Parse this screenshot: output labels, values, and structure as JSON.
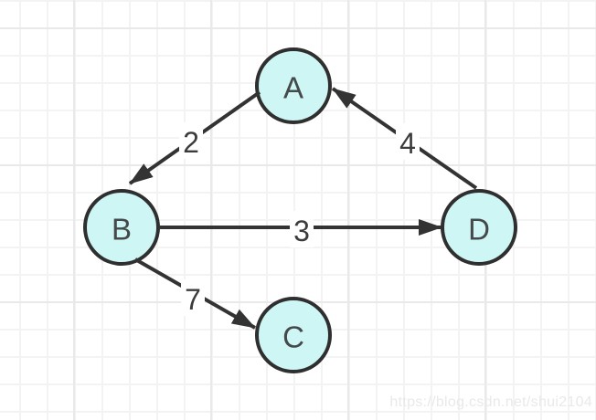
{
  "diagram": {
    "type": "directed-graph",
    "nodes": [
      {
        "id": "A",
        "label": "A"
      },
      {
        "id": "B",
        "label": "B"
      },
      {
        "id": "C",
        "label": "C"
      },
      {
        "id": "D",
        "label": "D"
      }
    ],
    "edges": [
      {
        "from": "A",
        "to": "B",
        "weight": "2"
      },
      {
        "from": "D",
        "to": "A",
        "weight": "4"
      },
      {
        "from": "B",
        "to": "D",
        "weight": "3"
      },
      {
        "from": "B",
        "to": "C",
        "weight": "7"
      }
    ],
    "colors": {
      "node_fill": "#cdf6f4",
      "node_stroke": "#2f2f2f",
      "edge_stroke": "#333333",
      "node_label_text": "#45494b",
      "edge_label_text": "#3c3c3c",
      "edge_label_background": "#ffffff",
      "grid_minor": "#f3f3f3",
      "grid_major": "#e9e9e9",
      "canvas_background": "#ffffff"
    }
  },
  "watermark": {
    "text": "https://blog.csdn.net/shui2104",
    "color": "#e9e9e9"
  }
}
